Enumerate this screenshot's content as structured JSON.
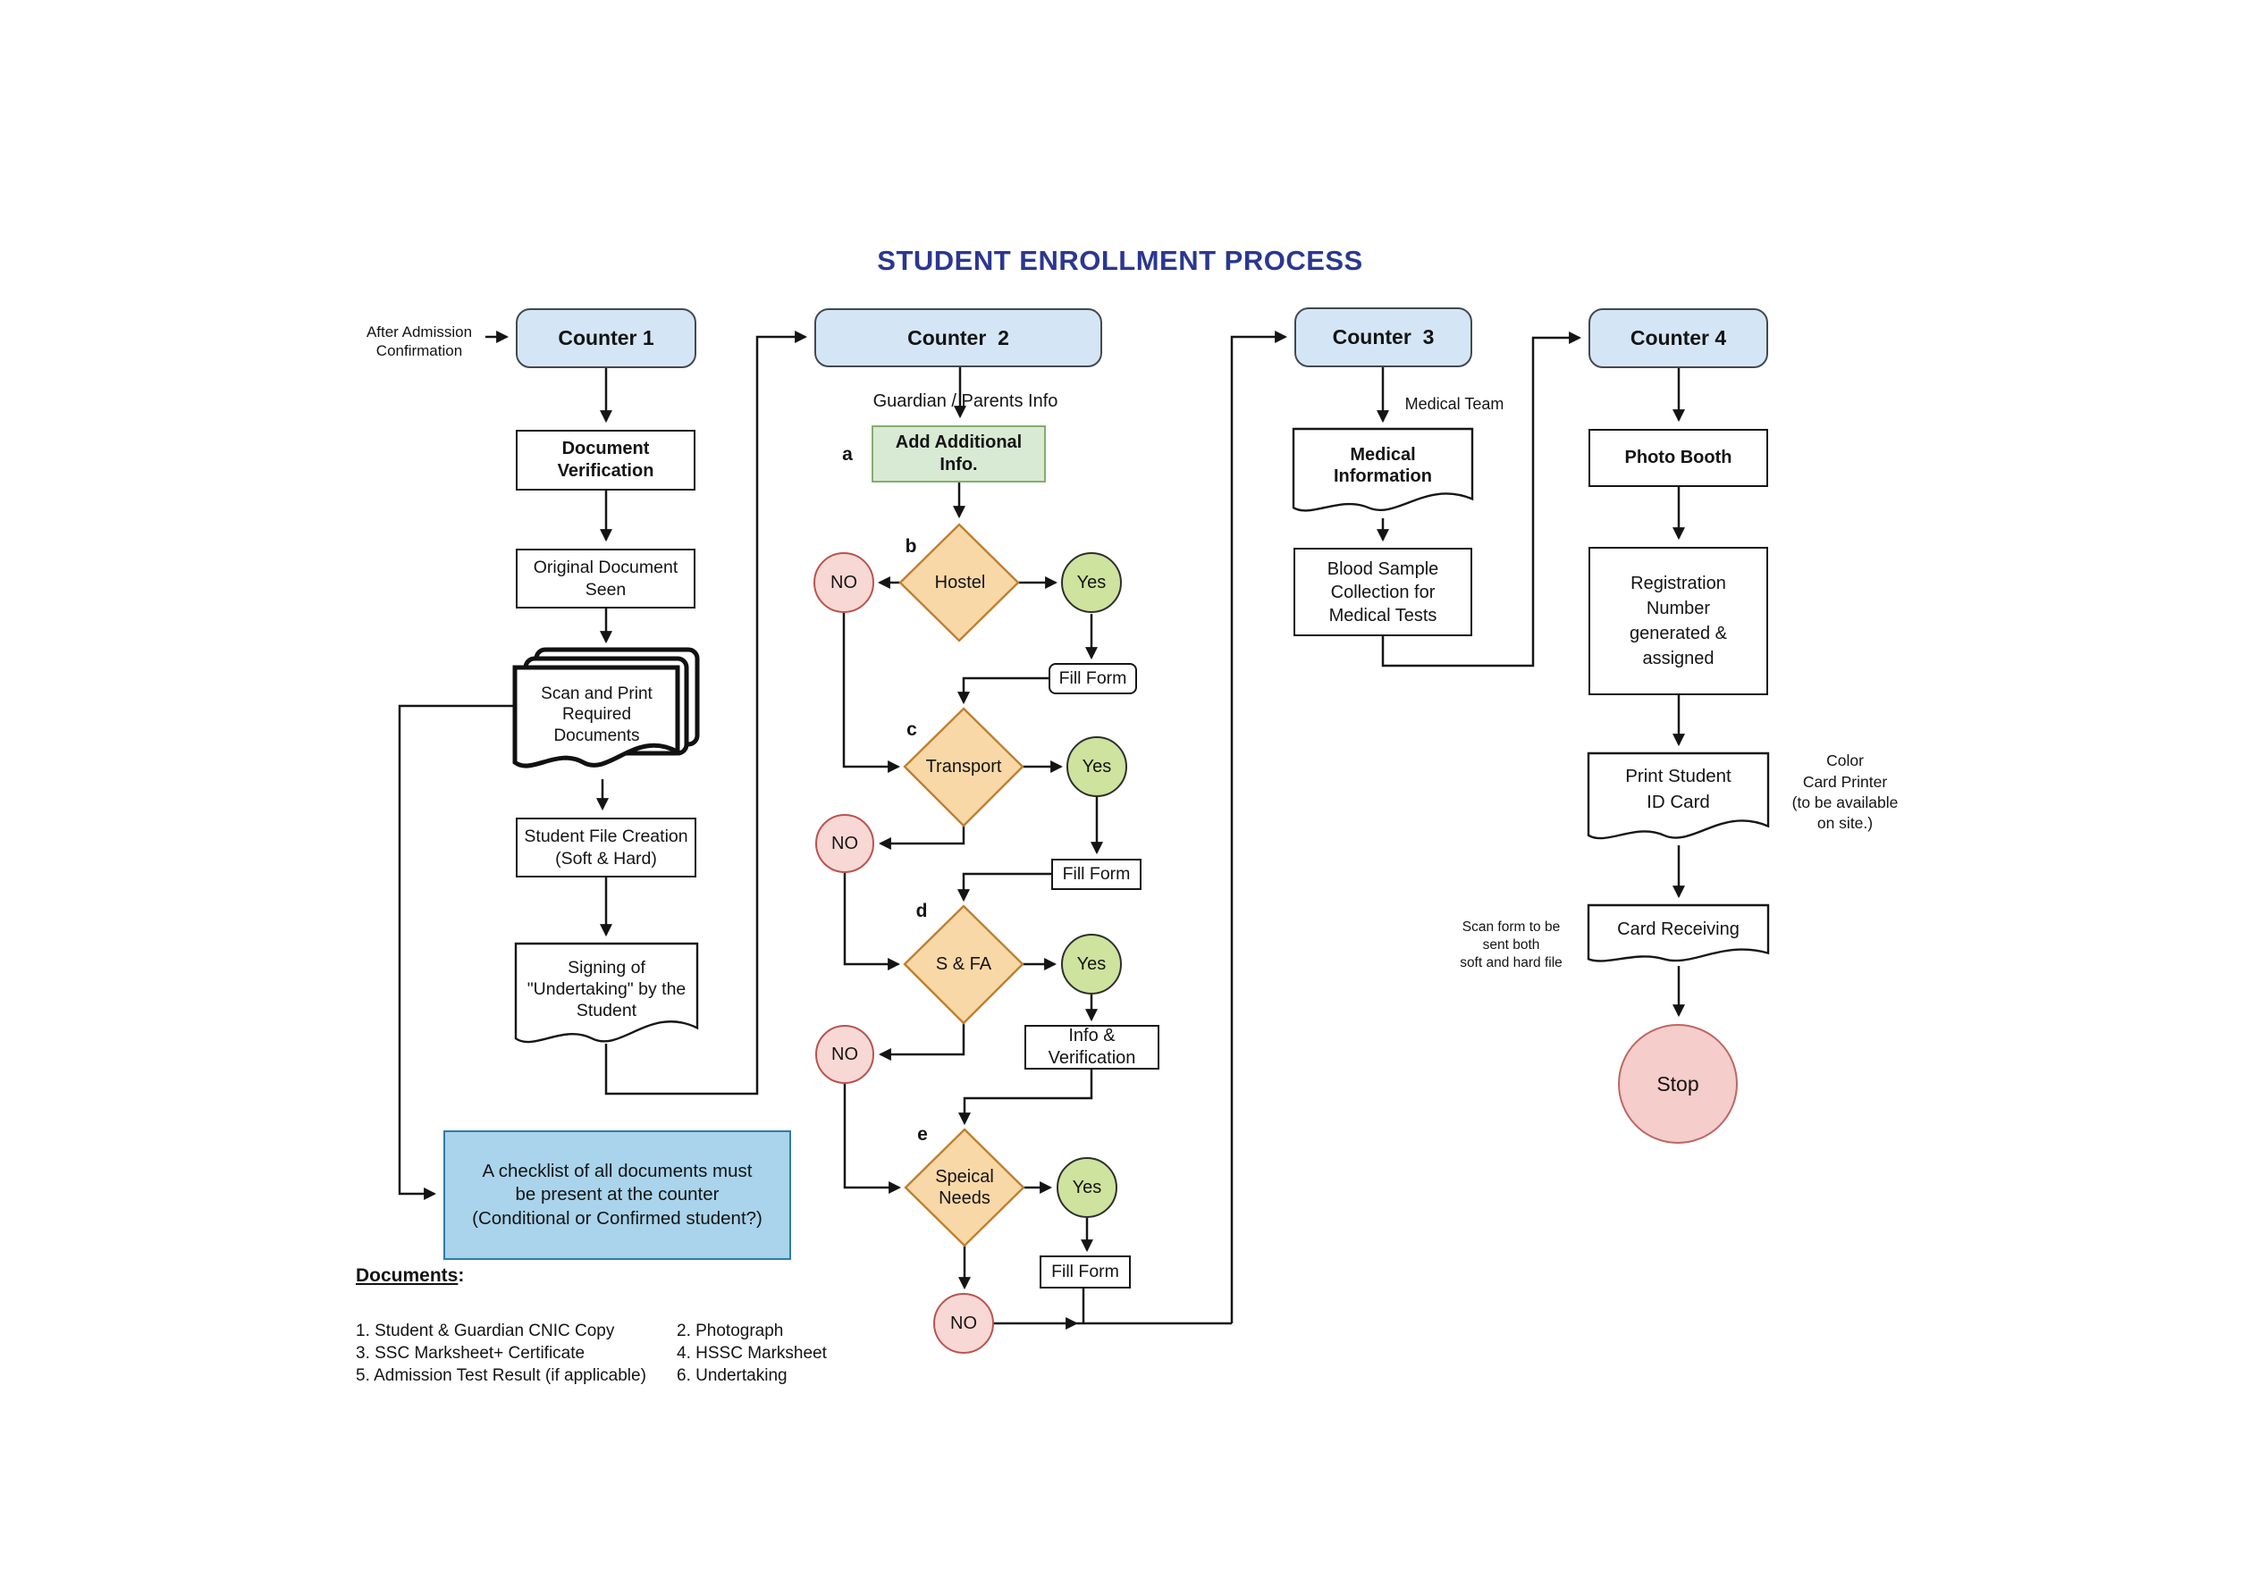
{
  "title": "STUDENT ENROLLMENT PROCESS",
  "colors": {
    "blue-fill": "#D4E6F6",
    "blue-stroke": "#42494F",
    "green-fill": "#D8EAD3",
    "green-stroke": "#83AE70",
    "orange-fill": "#F8D8A7",
    "orange-stroke": "#BF7F2F",
    "pink-fill": "#F8D8D4",
    "pink-stroke": "#B85450",
    "yes-fill": "#CEE39D",
    "yes-stroke": "#2E2E2E",
    "checklist-fill": "#A9D4EB",
    "checklist-stroke": "#2E7CA5",
    "stop-fill": "#F5CDCB",
    "stop-stroke": "#BC6763",
    "title-color": "#2B3790"
  },
  "counters": {
    "c1": "Counter 1",
    "c2": "Counter  2",
    "c3": "Counter  3",
    "c4": "Counter 4"
  },
  "annotations": {
    "after_admission": "After Admission\nConfirmation",
    "guardian_info": "Guardian / Parents Info",
    "medical_team": "Medical Team",
    "color_printer": "Color\nCard Printer\n(to be available\non site.)",
    "scan_form": "Scan form to be\nsent both\nsoft and hard file",
    "step_a": "a",
    "step_b": "b",
    "step_c": "c",
    "step_d": "d",
    "step_e": "e"
  },
  "nodes": {
    "document_verification": "Document\nVerification",
    "original_document_seen": "Original Document\nSeen",
    "scan_and_print": "Scan and Print\nRequired\nDocuments",
    "student_file_creation": "Student File Creation\n(Soft & Hard)",
    "signing_undertaking": "Signing of\n\"Undertaking\" by the\nStudent",
    "checklist": "A checklist of all documents must\nbe present at the counter\n(Conditional or Confirmed student?)",
    "add_additional_info": "Add Additional\nInfo.",
    "hostel": "Hostel",
    "transport": "Transport",
    "s_and_fa": "S & FA",
    "special_needs": "Speical\nNeeds",
    "fill_form": "Fill Form",
    "info_verification": "Info &\nVerification",
    "no": "NO",
    "yes": "Yes",
    "medical_information": "Medical\nInformation",
    "blood_sample": "Blood Sample\nCollection for\nMedical Tests",
    "photo_booth": "Photo Booth",
    "registration_number": "Registration\nNumber\ngenerated &\nassigned",
    "print_id_card": "Print Student\nID Card",
    "card_receiving": "Card Receiving",
    "stop": "Stop"
  },
  "documents_section": {
    "heading": "Documents",
    "colon": ":",
    "col1": [
      "1. Student & Guardian CNIC Copy",
      "3. SSC Marksheet+ Certificate",
      "5. Admission Test Result (if applicable)"
    ],
    "col2": [
      "2. Photograph",
      "4. HSSC Marksheet",
      "6. Undertaking"
    ]
  }
}
